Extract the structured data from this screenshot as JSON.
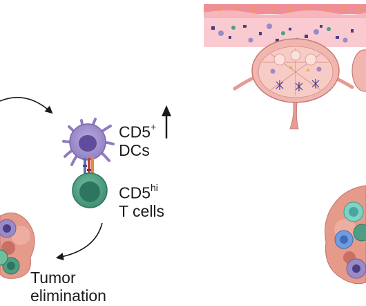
{
  "labels": {
    "cd5_dcs": {
      "main": "CD5",
      "sup": "+",
      "line2": "DCs"
    },
    "cd5hi_tcells": {
      "main": "CD5",
      "sup": "hi",
      "line2": "T cells"
    },
    "tumor": {
      "line1": "Tumor",
      "line2": "elimination"
    }
  },
  "indicators": {
    "increase": "up-arrow"
  },
  "colors": {
    "dc": "#9a8ac6",
    "dc_dark": "#7a67ad",
    "tcell": "#4f9e83",
    "tcell_nucleus": "#2e7560",
    "skin": "#eb9fa6",
    "lymph_node": "#f2b6b0",
    "tumor": "#e59a8a",
    "vessel": "#e89a93"
  }
}
